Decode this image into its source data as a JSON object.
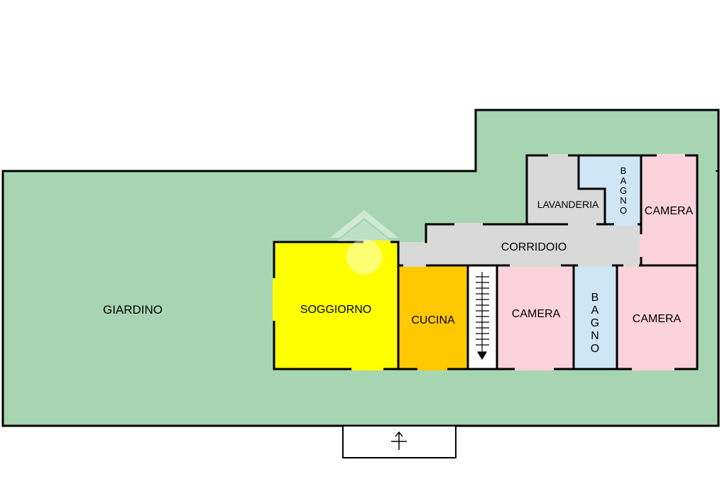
{
  "colors": {
    "garden": "#a8d5b1",
    "living": "#ffff00",
    "kitchen": "#ffc800",
    "bedroom": "#fcd2dc",
    "bath": "#cfe6f7",
    "service": "#d9d9d9",
    "stair": "#ffffff",
    "wall": "#000000"
  },
  "rooms": {
    "giardino": "GIARDINO",
    "soggiorno": "SOGGIORNO",
    "cucina": "CUCINA",
    "camera_1": "CAMERA",
    "bagno_1": "BAGNO",
    "camera_2": "CAMERA",
    "corridoio": "CORRIDOIO",
    "lavanderia": "LAVANDERIA",
    "bagno_2": "BAGNO",
    "camera_3": "CAMERA"
  },
  "icons": {
    "stair": "stair-arrow-down-icon",
    "entrance": "entrance-arrow-up-icon",
    "watermark": "house-watermark-icon"
  }
}
